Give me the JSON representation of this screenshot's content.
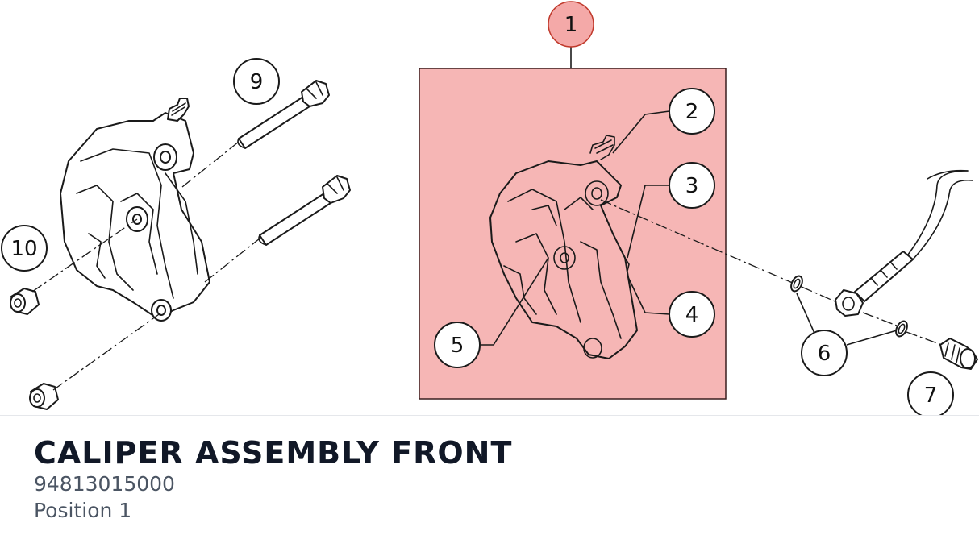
{
  "part": {
    "title": "CALIPER ASSEMBLY FRONT",
    "number": "94813015000",
    "position": "Position 1"
  },
  "callouts": [
    {
      "label": "1",
      "state": "selected"
    },
    {
      "label": "2"
    },
    {
      "label": "3"
    },
    {
      "label": "4"
    },
    {
      "label": "5"
    },
    {
      "label": "6"
    },
    {
      "label": "7"
    },
    {
      "label": "9"
    },
    {
      "label": "10"
    }
  ],
  "colors": {
    "highlight_fill": "#f4a9a8",
    "highlight_stroke": "#c0392b",
    "title_text": "#111827",
    "meta_text": "#4b5563"
  }
}
